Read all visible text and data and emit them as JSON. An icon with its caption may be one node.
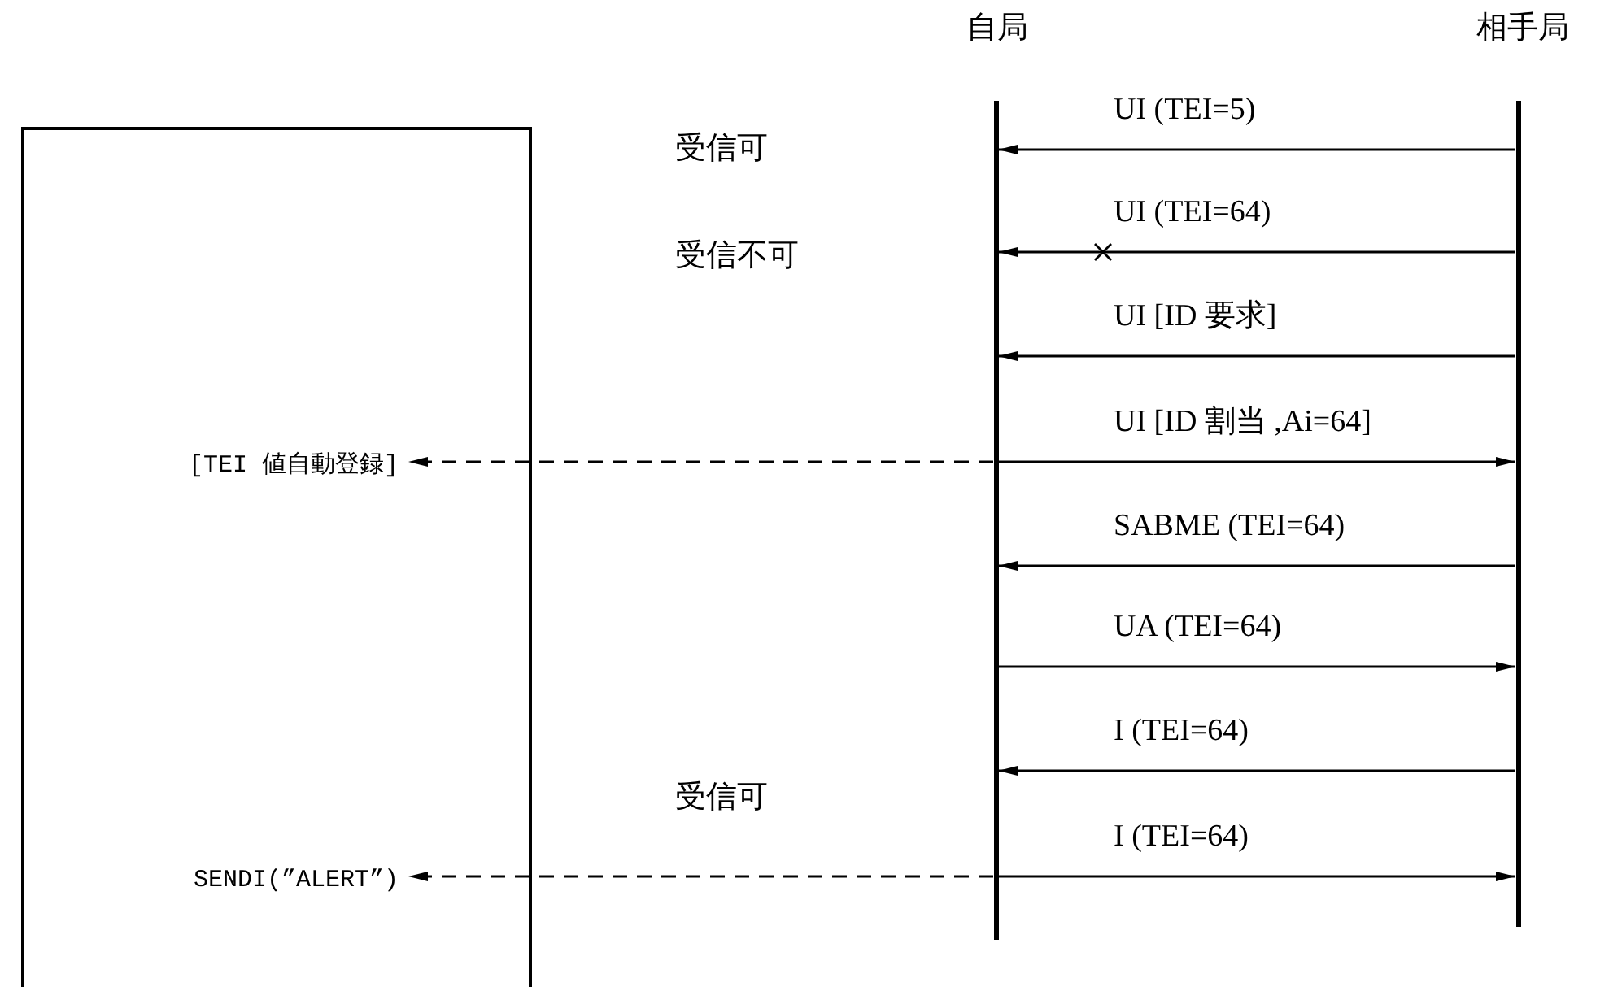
{
  "diagram": {
    "nodes": [
      {
        "text": [
          "自局"
        ]
      },
      {
        "text": [
          "相手局"
        ]
      },
      {
        "text": [],
        "shape": "box"
      },
      {
        "text": [
          "[TEI 値自動登録]"
        ],
        "in": 2
      },
      {
        "text": [
          "SENDI(”ALERT”)"
        ],
        "in": 2
      }
    ],
    "edges": [
      {
        "from": 1,
        "to": 0,
        "arrow": "to",
        "label": "UI (TEI=5)"
      },
      {
        "from": 1,
        "to": 0,
        "arrow": "to",
        "label": "UI (TEI=64)"
      },
      {
        "from": 1,
        "to": 0,
        "arrow": "to",
        "label": "UI [ID 要求]"
      },
      {
        "from": 0,
        "to": 1,
        "arrow": "to",
        "label": "UI [ID 割当 ,Ai=64]"
      },
      {
        "from": 0,
        "to": 3,
        "arrow": "to",
        "style": "dashed"
      },
      {
        "from": 1,
        "to": 0,
        "arrow": "to",
        "label": "SABME (TEI=64)"
      },
      {
        "from": 0,
        "to": 1,
        "arrow": "to",
        "label": "UA (TEI=64)"
      },
      {
        "from": 1,
        "to": 0,
        "arrow": "to",
        "label": "I (TEI=64)"
      },
      {
        "from": 0,
        "to": 1,
        "arrow": "to",
        "label": "I (TEI=64)"
      },
      {
        "from": 0,
        "to": 4,
        "arrow": "to",
        "style": "dashed"
      }
    ],
    "labels": [
      "受信可",
      "受信不可",
      "受信可"
    ]
  }
}
